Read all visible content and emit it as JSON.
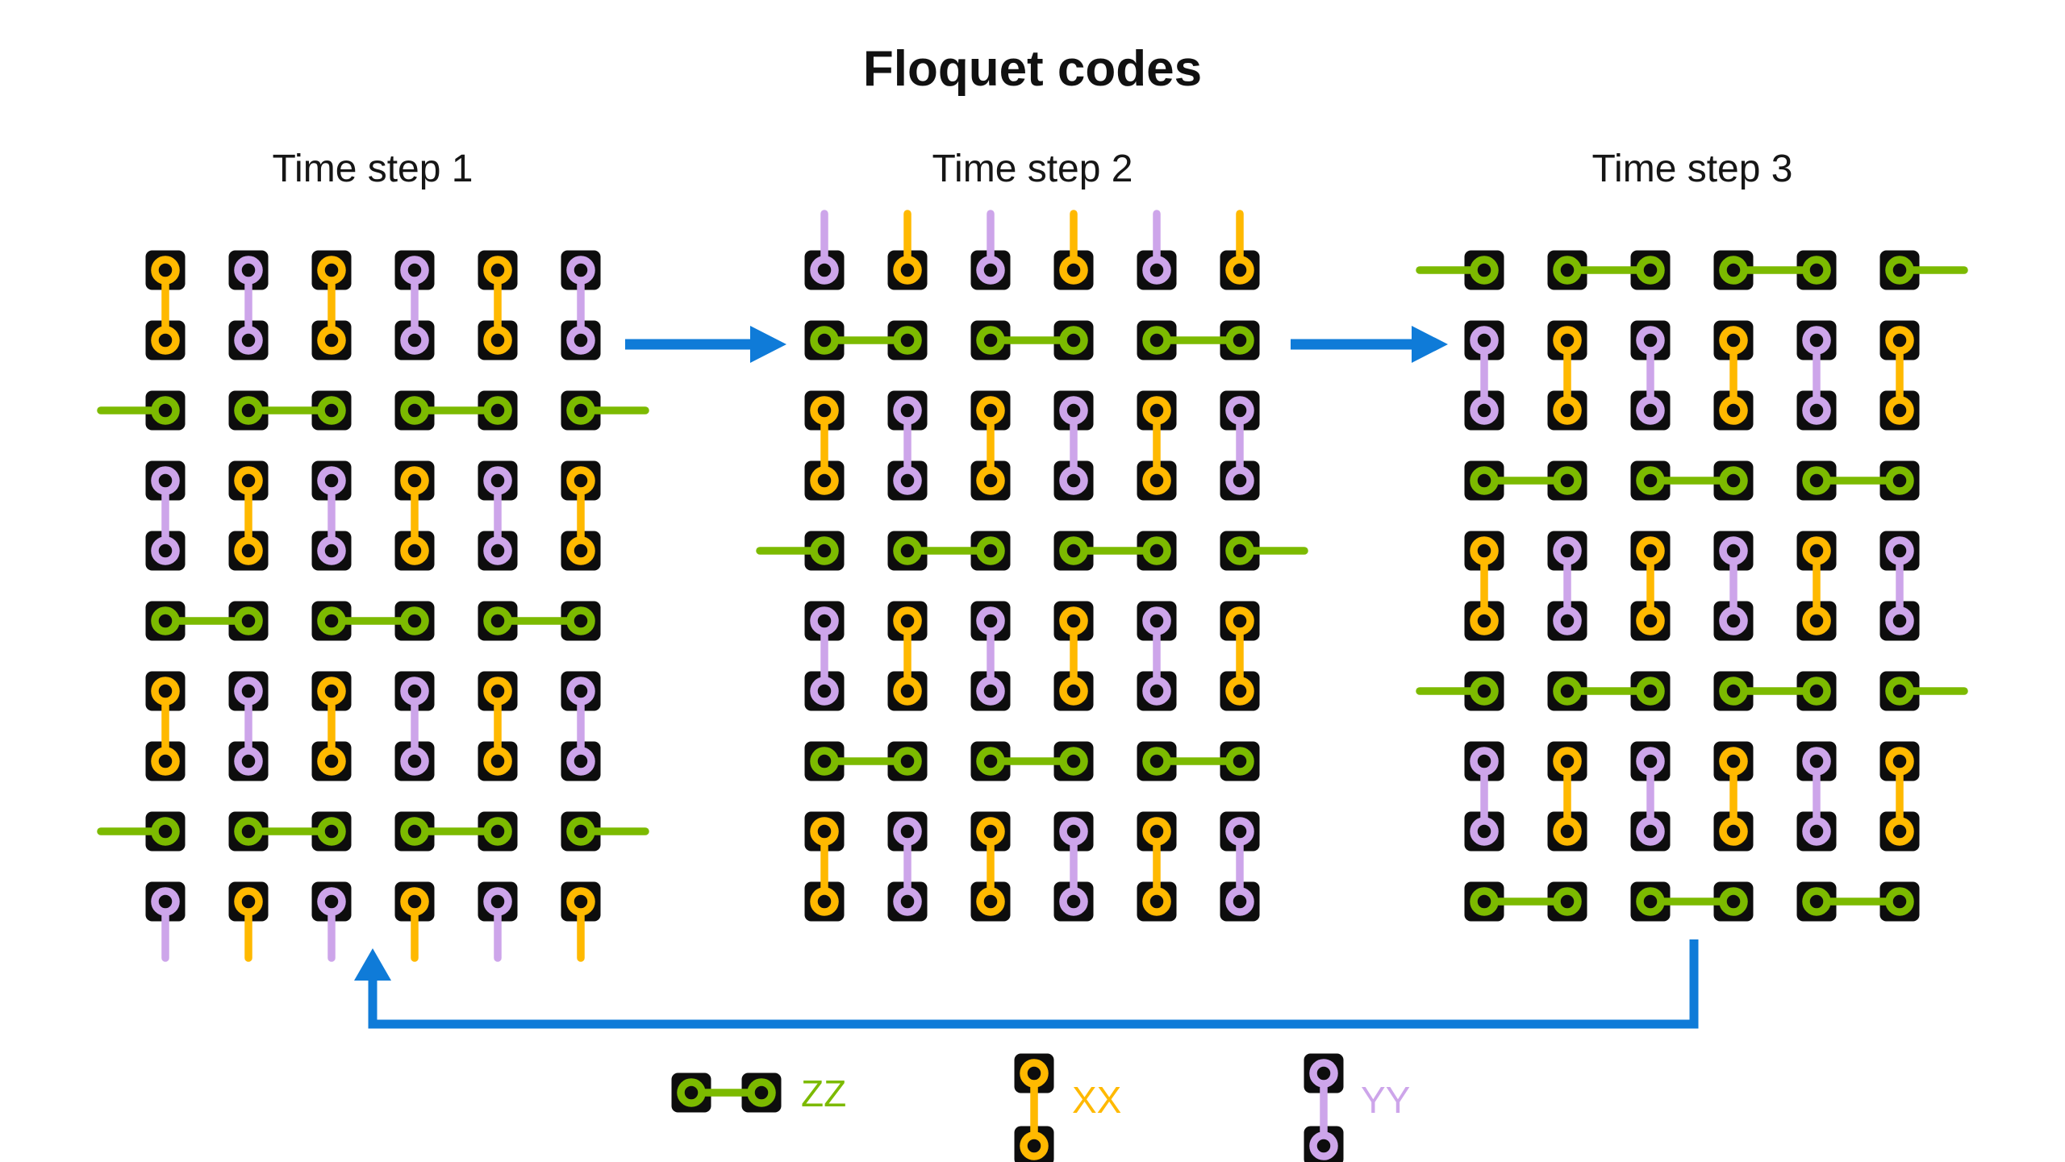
{
  "title": "Floquet codes",
  "colors": {
    "zz": "#7CBA00",
    "xx": "#FFB900",
    "yy": "#CDA5EA",
    "arrow": "#0F7BD8",
    "qubit": "#0D0D0D",
    "text": "#111111",
    "background": "#FFFFFF"
  },
  "panels": [
    {
      "label": "Time step 1",
      "row_groups": [
        {
          "type": "vpair",
          "colors": [
            "xx",
            "yy",
            "xx",
            "yy",
            "xx",
            "yy"
          ]
        },
        {
          "type": "hrow",
          "variant": "edge"
        },
        {
          "type": "vpair",
          "colors": [
            "yy",
            "xx",
            "yy",
            "xx",
            "yy",
            "xx"
          ]
        },
        {
          "type": "hrow",
          "variant": "inner"
        },
        {
          "type": "vpair",
          "colors": [
            "xx",
            "yy",
            "xx",
            "yy",
            "xx",
            "yy"
          ]
        },
        {
          "type": "hrow",
          "variant": "edge"
        },
        {
          "type": "half_stubs",
          "direction": "down",
          "colors": [
            "yy",
            "xx",
            "yy",
            "xx",
            "yy",
            "xx"
          ]
        }
      ]
    },
    {
      "label": "Time step 2",
      "row_groups": [
        {
          "type": "half_stubs",
          "direction": "up",
          "colors": [
            "yy",
            "xx",
            "yy",
            "xx",
            "yy",
            "xx"
          ]
        },
        {
          "type": "hrow",
          "variant": "inner"
        },
        {
          "type": "vpair",
          "colors": [
            "xx",
            "yy",
            "xx",
            "yy",
            "xx",
            "yy"
          ]
        },
        {
          "type": "hrow",
          "variant": "edge"
        },
        {
          "type": "vpair",
          "colors": [
            "yy",
            "xx",
            "yy",
            "xx",
            "yy",
            "xx"
          ]
        },
        {
          "type": "hrow",
          "variant": "inner"
        },
        {
          "type": "vpair",
          "colors": [
            "xx",
            "yy",
            "xx",
            "yy",
            "xx",
            "yy"
          ]
        }
      ]
    },
    {
      "label": "Time step 3",
      "row_groups": [
        {
          "type": "hrow",
          "variant": "edge"
        },
        {
          "type": "vpair",
          "colors": [
            "yy",
            "xx",
            "yy",
            "xx",
            "yy",
            "xx"
          ]
        },
        {
          "type": "hrow",
          "variant": "inner"
        },
        {
          "type": "vpair",
          "colors": [
            "xx",
            "yy",
            "xx",
            "yy",
            "xx",
            "yy"
          ]
        },
        {
          "type": "hrow",
          "variant": "edge"
        },
        {
          "type": "vpair",
          "colors": [
            "yy",
            "xx",
            "yy",
            "xx",
            "yy",
            "xx"
          ]
        },
        {
          "type": "hrow",
          "variant": "inner"
        }
      ]
    }
  ],
  "arrows": [
    {
      "from": "Time step 1",
      "to": "Time step 2",
      "style": "straight"
    },
    {
      "from": "Time step 2",
      "to": "Time step 3",
      "style": "straight"
    },
    {
      "from": "Time step 3",
      "to": "Time step 1",
      "style": "loop-bottom"
    }
  ],
  "legend": [
    {
      "label": "ZZ",
      "bond": "zz",
      "orientation": "horizontal"
    },
    {
      "label": "XX",
      "bond": "xx",
      "orientation": "vertical"
    },
    {
      "label": "YY",
      "bond": "yy",
      "orientation": "vertical"
    }
  ]
}
